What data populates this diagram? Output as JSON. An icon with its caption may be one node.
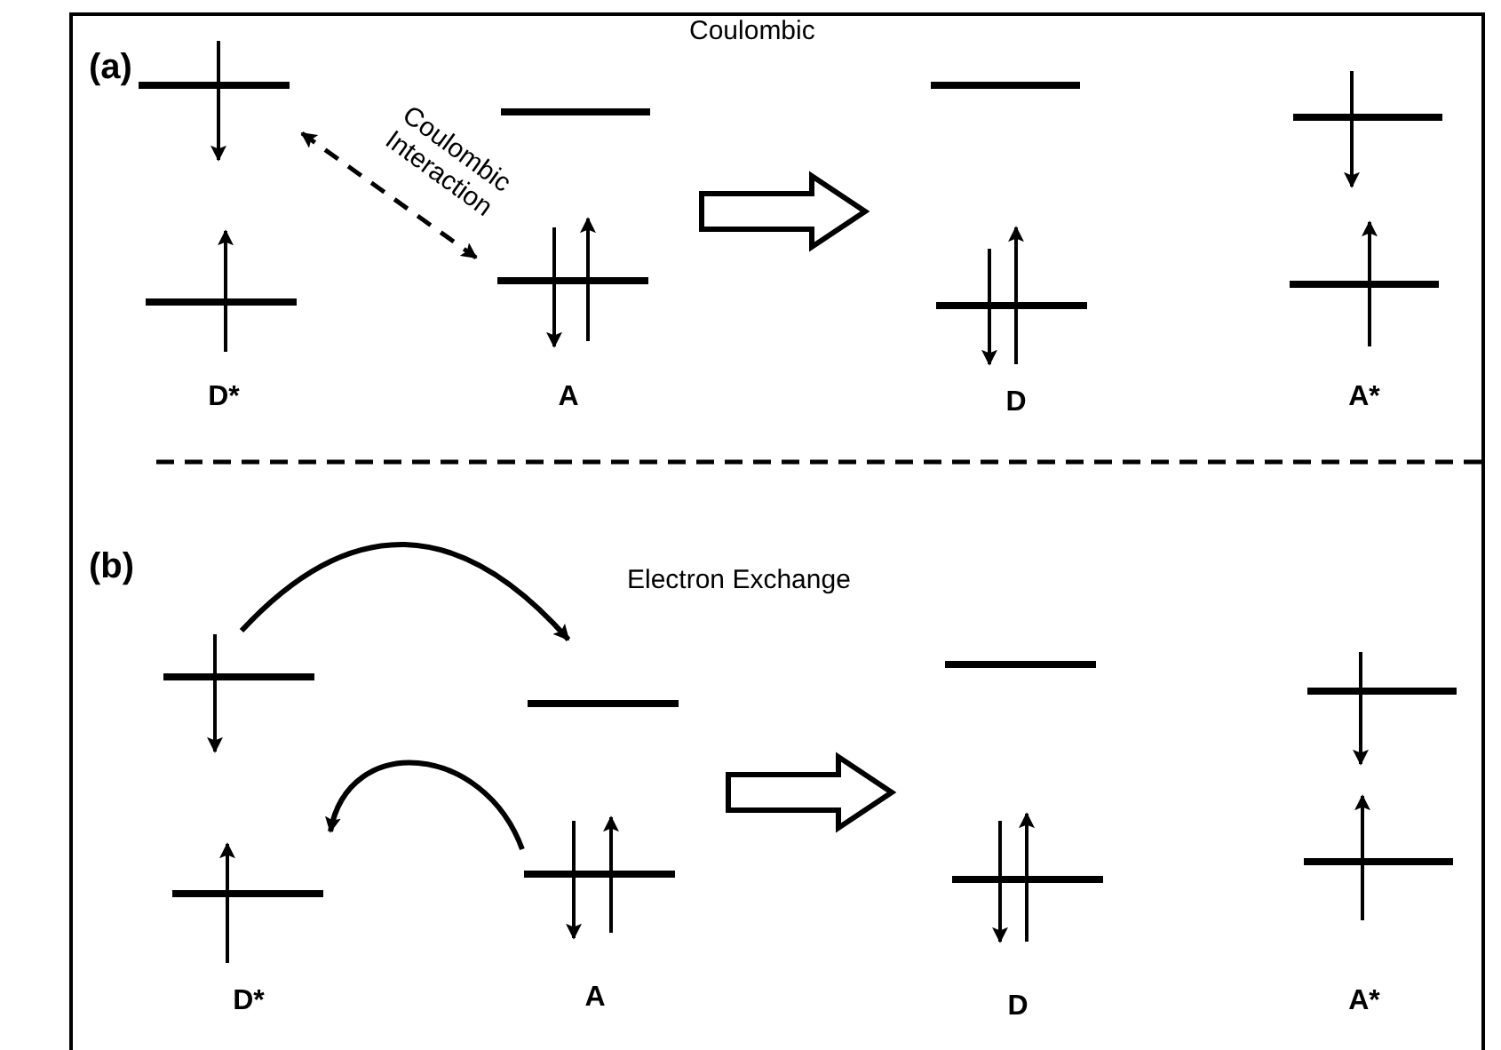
{
  "diagram": {
    "nodes": [
      {
        "text": [
          "D*"
        ]
      },
      {
        "text": [
          "A"
        ]
      },
      {
        "text": [
          "D"
        ]
      },
      {
        "text": [
          "A*"
        ]
      },
      {
        "text": [
          "D*"
        ]
      },
      {
        "text": [
          "A"
        ]
      },
      {
        "text": [
          "D"
        ]
      },
      {
        "text": [
          "A*"
        ]
      }
    ],
    "edges": [
      {
        "from": 0,
        "to": 1,
        "arrow": "both",
        "style": "dashed",
        "label": "Coulombic Interaction"
      },
      {
        "from": 1,
        "to": 2,
        "arrow": "to",
        "style": "thick"
      },
      {
        "from": 4,
        "to": 5,
        "arrow": "to"
      },
      {
        "from": 5,
        "to": 4,
        "arrow": "to"
      },
      {
        "from": 5,
        "to": 6,
        "arrow": "to",
        "style": "thick"
      }
    ],
    "labels": [
      "Coulombic",
      "(a)",
      "(b)",
      "Electron Exchange"
    ]
  }
}
